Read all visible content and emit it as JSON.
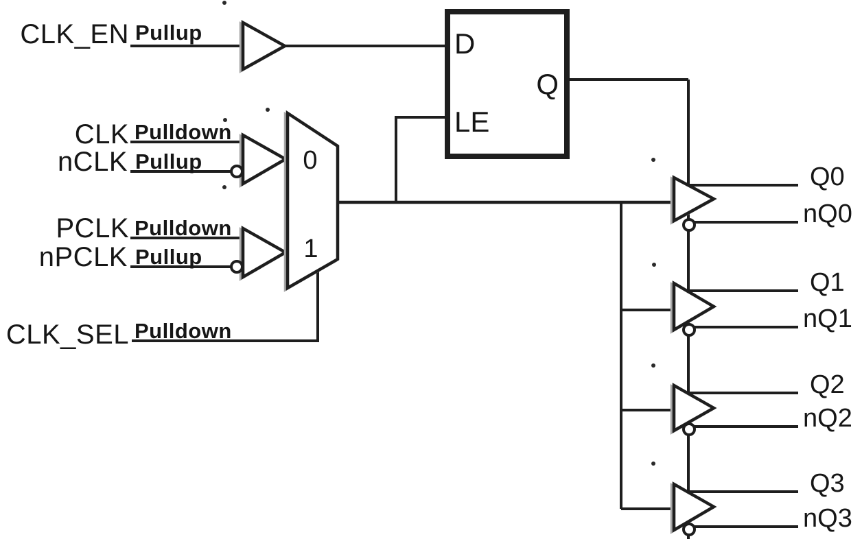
{
  "colors": {
    "background": "#ffffff",
    "line": "#1e1e1e",
    "ghost_shadow": "#a8a8a8",
    "text": "#161616"
  },
  "inputs": [
    {
      "name": "CLK_EN",
      "pull": "Pullup"
    },
    {
      "name": "CLK",
      "pull": "Pulldown"
    },
    {
      "name": "nCLK",
      "pull": "Pullup"
    },
    {
      "name": "PCLK",
      "pull": "Pulldown"
    },
    {
      "name": "nPCLK",
      "pull": "Pullup"
    },
    {
      "name": "CLK_SEL",
      "pull": "Pulldown"
    }
  ],
  "mux": {
    "select0": "0",
    "select1": "1"
  },
  "latch": {
    "d": "D",
    "le": "LE",
    "q": "Q"
  },
  "outputs": [
    {
      "q": "Q0",
      "nq": "nQ0"
    },
    {
      "q": "Q1",
      "nq": "nQ1"
    },
    {
      "q": "Q2",
      "nq": "nQ2"
    },
    {
      "q": "Q3",
      "nq": "nQ3"
    }
  ]
}
